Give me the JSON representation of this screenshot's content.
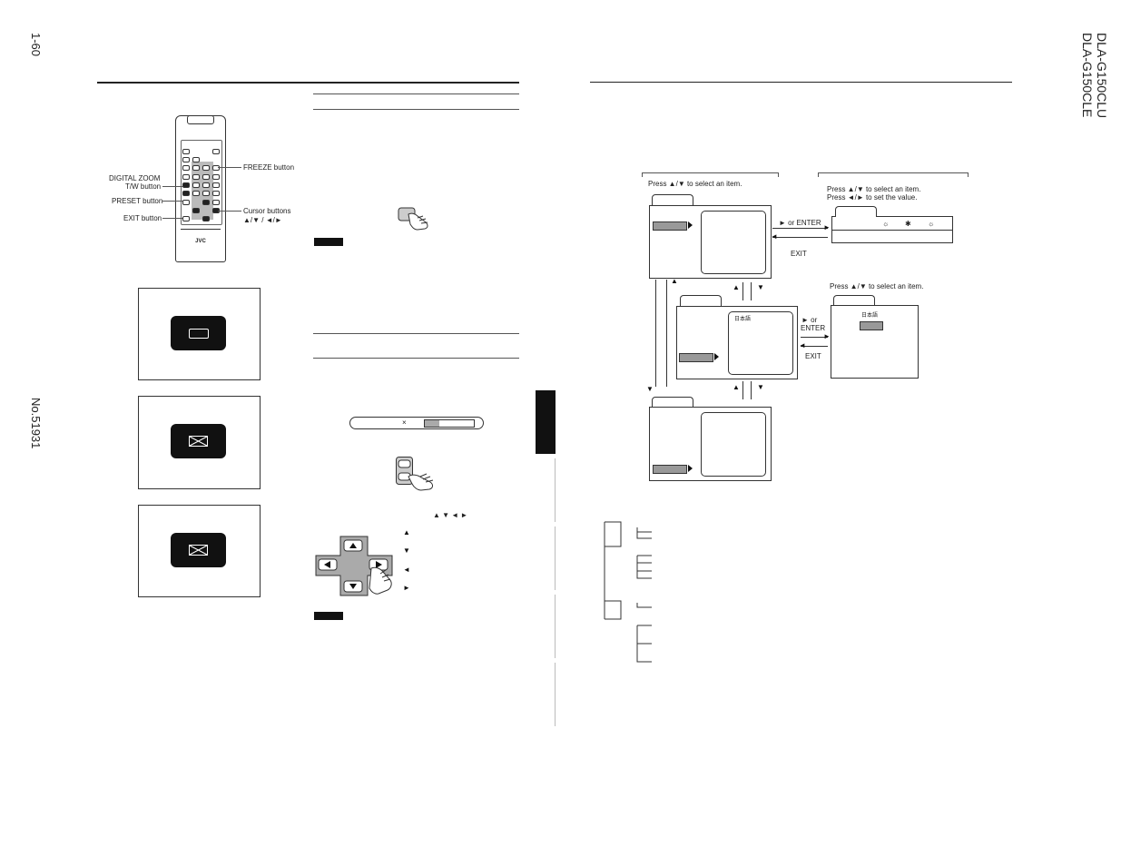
{
  "page": {
    "number": "1-60",
    "doc_no": "No.51931",
    "model_1": "DLA-G150CLU",
    "model_2": "DLA-G150CLE"
  },
  "remote": {
    "brand": "JVC",
    "labels": {
      "digital_zoom_1": "DIGITAL ZOOM",
      "digital_zoom_2": "T/W button",
      "preset": "PRESET button",
      "exit": "EXIT button",
      "freeze": "FREEZE button",
      "cursor_1": "Cursor buttons",
      "cursor_2": "▲/▼ / ◄/►"
    }
  },
  "zoom_bar": {
    "multiplier": "×",
    "level_fraction": 0.3
  },
  "cursor_section": {
    "heading_arrows": "▲ ▼ ◄ ►",
    "list_arrows": [
      "▲",
      "▼",
      "◄",
      "►"
    ]
  },
  "flow": {
    "left_caption": "Press ▲/▼ to select an item.",
    "right_caption_1": "Press ▲/▼ to select an item.",
    "right_caption_2": "Press ◄/► to set the value.",
    "or_enter": "► or ENTER",
    "exit_1": "EXIT",
    "lang_caption": "Press ▲/▼ to select an item.",
    "or_1": "► or",
    "enter_2": "ENTER",
    "exit_2": "EXIT",
    "japanese_1": "日本語",
    "japanese_2": "日本語",
    "up_down_1": "▲",
    "up_down_2": "▼",
    "up_down_3": "▲",
    "up_down_4": "▼",
    "up_down_5": "▲",
    "up_down_6": "▼"
  }
}
